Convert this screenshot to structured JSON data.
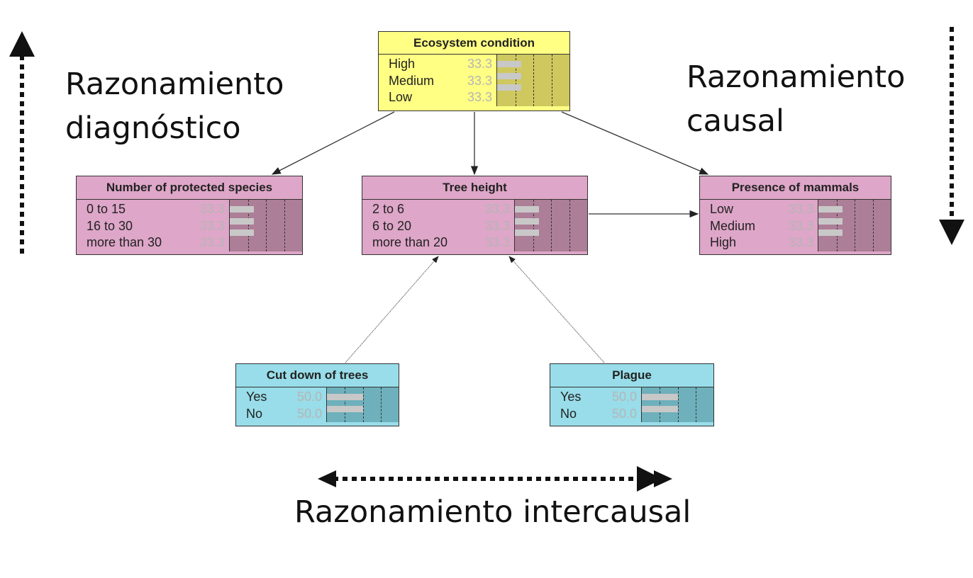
{
  "labels": {
    "diagnostic": [
      "Razonamiento",
      "diagnóstico"
    ],
    "causal": [
      "Razonamiento",
      "causal"
    ],
    "intercausal": "Razonamiento intercausal"
  },
  "colors": {
    "yellow": "#ffff84",
    "pink": "#dea6c8",
    "cyan": "#98dde9"
  },
  "nodes": [
    {
      "id": "eco",
      "title": "Ecosystem condition",
      "color": "yellow",
      "states": [
        {
          "name": "High",
          "p": "33.3"
        },
        {
          "name": "Medium",
          "p": "33.3"
        },
        {
          "name": "Low",
          "p": "33.3"
        }
      ]
    },
    {
      "id": "prot",
      "title": "Number of protected species",
      "color": "pink",
      "states": [
        {
          "name": "0 to 15",
          "p": "33.3"
        },
        {
          "name": "16 to 30",
          "p": "33.3"
        },
        {
          "name": "more than 30",
          "p": "33.3"
        }
      ]
    },
    {
      "id": "tree",
      "title": "Tree height",
      "color": "pink",
      "states": [
        {
          "name": "2 to 6",
          "p": "33.3"
        },
        {
          "name": "6 to 20",
          "p": "33.3"
        },
        {
          "name": "more than 20",
          "p": "33.3"
        }
      ]
    },
    {
      "id": "mam",
      "title": "Presence of mammals",
      "color": "pink",
      "states": [
        {
          "name": "Low",
          "p": "33.3"
        },
        {
          "name": "Medium",
          "p": "33.3"
        },
        {
          "name": "High",
          "p": "33.3"
        }
      ]
    },
    {
      "id": "cut",
      "title": "Cut down of trees",
      "color": "cyan",
      "states": [
        {
          "name": "Yes",
          "p": "50.0"
        },
        {
          "name": "No",
          "p": "50.0"
        }
      ]
    },
    {
      "id": "plg",
      "title": "Plague",
      "color": "cyan",
      "states": [
        {
          "name": "Yes",
          "p": "50.0"
        },
        {
          "name": "No",
          "p": "50.0"
        }
      ]
    }
  ],
  "edges": [
    [
      "eco",
      "prot"
    ],
    [
      "eco",
      "tree"
    ],
    [
      "eco",
      "mam"
    ],
    [
      "tree",
      "mam"
    ],
    [
      "cut",
      "tree"
    ],
    [
      "plg",
      "tree"
    ]
  ]
}
